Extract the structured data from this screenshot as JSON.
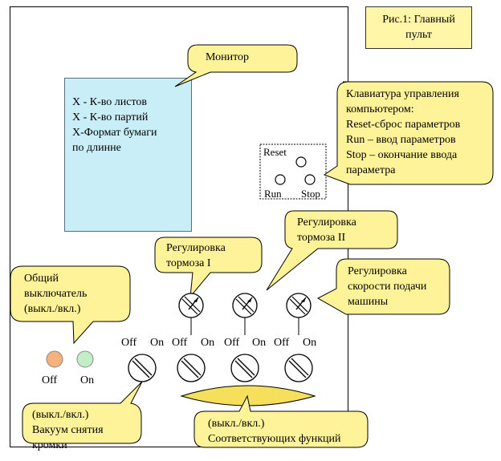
{
  "figure": {
    "title_line1": "Рис.1:   Главный",
    "title_line2": "пульт"
  },
  "monitor": {
    "callout": "Монитор",
    "lines": [
      "X - К-во листов",
      "X - К-во партий",
      "X-Формат бумаги",
      "по длинне"
    ]
  },
  "keyboard": {
    "callout_lines": [
      "Клавиатура управления",
      "компьютером:",
      "Reset-сброс параметров",
      "Run – ввод параметров",
      "Stop – окончание ввода",
      "параметра"
    ],
    "reset_label": "Reset",
    "run_label": "Run",
    "stop_label": "Stop"
  },
  "brake_one": {
    "callout_lines": [
      "Регулировка",
      "тормоза I"
    ]
  },
  "brake_two": {
    "callout_lines": [
      "Регулировка",
      "тормоза II"
    ]
  },
  "feed_speed": {
    "callout_lines": [
      "Регулировка",
      "скорости подачи",
      "машины"
    ]
  },
  "main_switch": {
    "callout_lines": [
      "Общий",
      "выключатель",
      "(выкл./вкл.)"
    ],
    "off_label": "Off",
    "on_label": "On",
    "off_color": "#f8b07c",
    "on_color": "#c4efc6"
  },
  "toggles": {
    "labels": [
      {
        "off": "Off",
        "on": "On"
      },
      {
        "off": "Off",
        "on": "On"
      },
      {
        "off": "Off",
        "on": "On"
      },
      {
        "off": "Off",
        "on": "On"
      }
    ]
  },
  "vacuum": {
    "callout_lines": [
      "(выкл./вкл.)",
      "Вакуум снятия",
      "кромки"
    ]
  },
  "functions": {
    "callout_lines": [
      "(выкл./вкл.)",
      "Соответствующих функций"
    ]
  },
  "colors": {
    "callout_fill": "#fff39a",
    "monitor_fill": "#c9eef8",
    "ellipse_fill": "#f6df5a"
  }
}
